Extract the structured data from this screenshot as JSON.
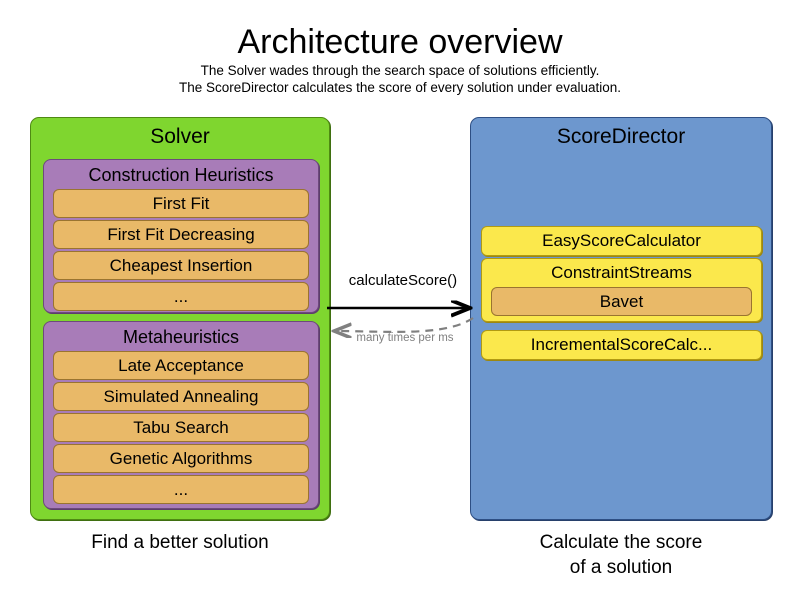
{
  "header": {
    "title": "Architecture overview",
    "subtitle_lines": [
      "The Solver wades through the search space of solutions efficiently.",
      "The ScoreDirector calculates the score of every solution under evaluation."
    ]
  },
  "solver_panel": {
    "title": "Solver",
    "caption": "Find a better solution",
    "groups": [
      {
        "title": "Construction Heuristics",
        "items": [
          "First Fit",
          "First Fit Decreasing",
          "Cheapest Insertion",
          "..."
        ]
      },
      {
        "title": "Metaheuristics",
        "items": [
          "Late Acceptance",
          "Simulated Annealing",
          "Tabu Search",
          "Genetic Algorithms",
          "..."
        ]
      }
    ]
  },
  "scoredirector_panel": {
    "title": "ScoreDirector",
    "caption_line1": "Calculate the score",
    "caption_line2": "of a solution",
    "items": [
      {
        "label": "EasyScoreCalculator"
      },
      {
        "label": "ConstraintStreams",
        "child": "Bavet"
      },
      {
        "label": "IncrementalScoreCalc..."
      }
    ]
  },
  "connectors": {
    "forward_label": "calculateScore()",
    "return_label": "many times per ms"
  },
  "colors": {
    "solver_green": "#7FD62F",
    "scoredirector_blue": "#6D97CE",
    "group_purple": "#A87CB8",
    "item_orange": "#E9B968",
    "item_yellow": "#FBE84C",
    "return_arrow_gray": "#808080"
  }
}
